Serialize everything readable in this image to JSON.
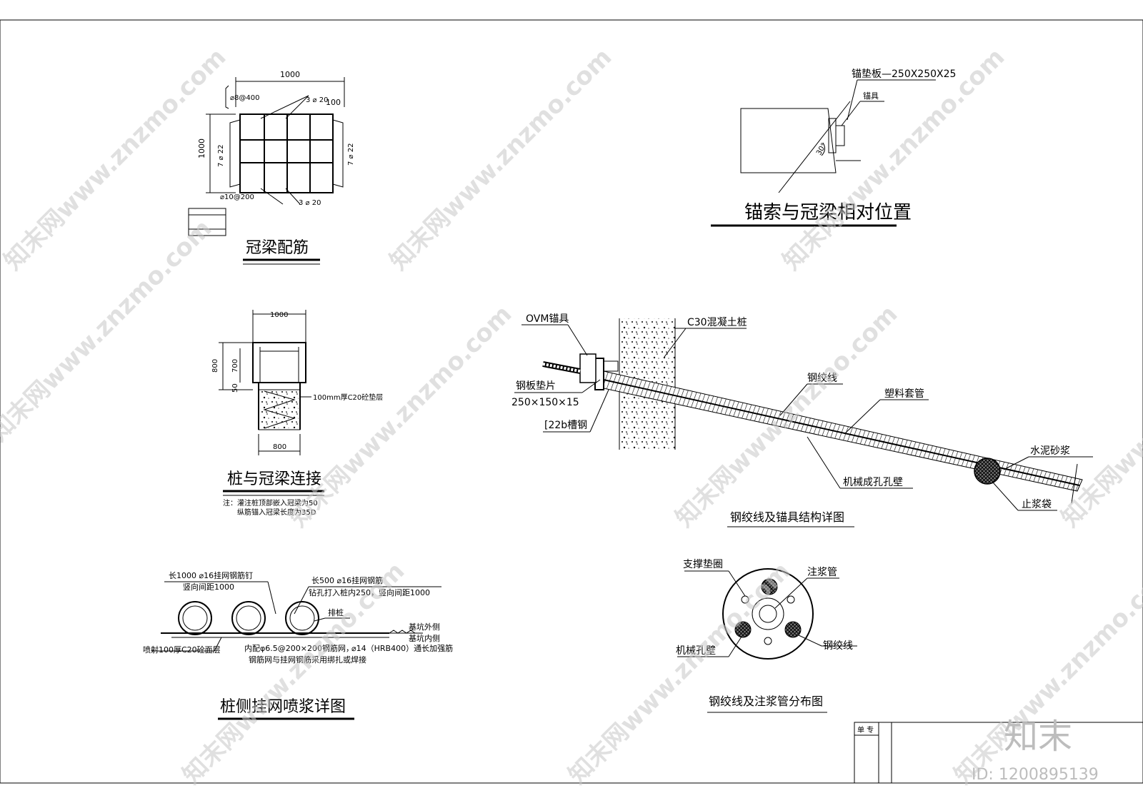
{
  "sheet": {
    "beam_rebar": {
      "title": "冠梁配筋",
      "dim_width": "1000",
      "dim_height": "1000",
      "stirrup_top": "⌀8@400",
      "bar_top": "3 ⌀ 20",
      "cover": "100",
      "bar_left": "7 ⌀ 22",
      "bar_right": "7 ⌀ 22",
      "stirrup_bottom": "⌀10@200",
      "bar_bottom": "3 ⌀ 20"
    },
    "anchor_position": {
      "title": "锚索与冠梁相对位置",
      "plate": "锚垫板—250X250X25",
      "anchor": "锚具",
      "angle": "30°"
    },
    "pile_connection": {
      "title": "桩与冠梁连接",
      "dim_top": "1000",
      "dim_800": "800",
      "dim_700": "700",
      "dim_50": "50",
      "dim_bottom": "800",
      "cushion": "100mm厚C20砼垫层",
      "note_1": "注：灌注桩顶部嵌入冠梁为50",
      "note_2": "纵筋锚入冠梁长度为35D"
    },
    "strand_detail": {
      "title": "钢绞线及锚具结构详图",
      "ovm": "OVM锚具",
      "pile": "C30混凝土桩",
      "plate": "钢板垫片",
      "plate_size": "250×150×15",
      "channel": "[22b槽钢",
      "strand": "钢绞线",
      "sleeve": "塑料套管",
      "mortar": "水泥砂浆",
      "hole_wall": "机械成孔孔壁",
      "stop_bag": "止浆袋"
    },
    "mesh_detail": {
      "title": "桩侧挂网喷浆详图",
      "nail": "长1000 ⌀16挂网钢筋钉",
      "nail_spacing": "竖向间距1000",
      "bar": "长500 ⌀16挂网钢筋",
      "bar_note": "钻孔打入桩内250，竖向间距1000",
      "piles": "排桩",
      "outside": "基坑外侧",
      "inside": "基坑内侧",
      "spray": "喷射100厚C20砼面层",
      "inner_mesh": "内配φ6.5@200×200钢筋网，",
      "reinforce": "⌀14（HRB400）通长加强筋",
      "tie_note": "钢筋网与挂网钢筋采用绑扎或焊接"
    },
    "distribution": {
      "title": "钢绞线及注浆管分布图",
      "ring": "支撑垫圈",
      "grout_pipe": "注浆管",
      "hole_wall": "机械孔壁",
      "strand": "钢绞线"
    },
    "title_block": {
      "label": "单 专"
    },
    "watermark": {
      "text": "知末网www.znzmo.com",
      "logo": "知末",
      "id": "ID: 1200895139"
    }
  }
}
